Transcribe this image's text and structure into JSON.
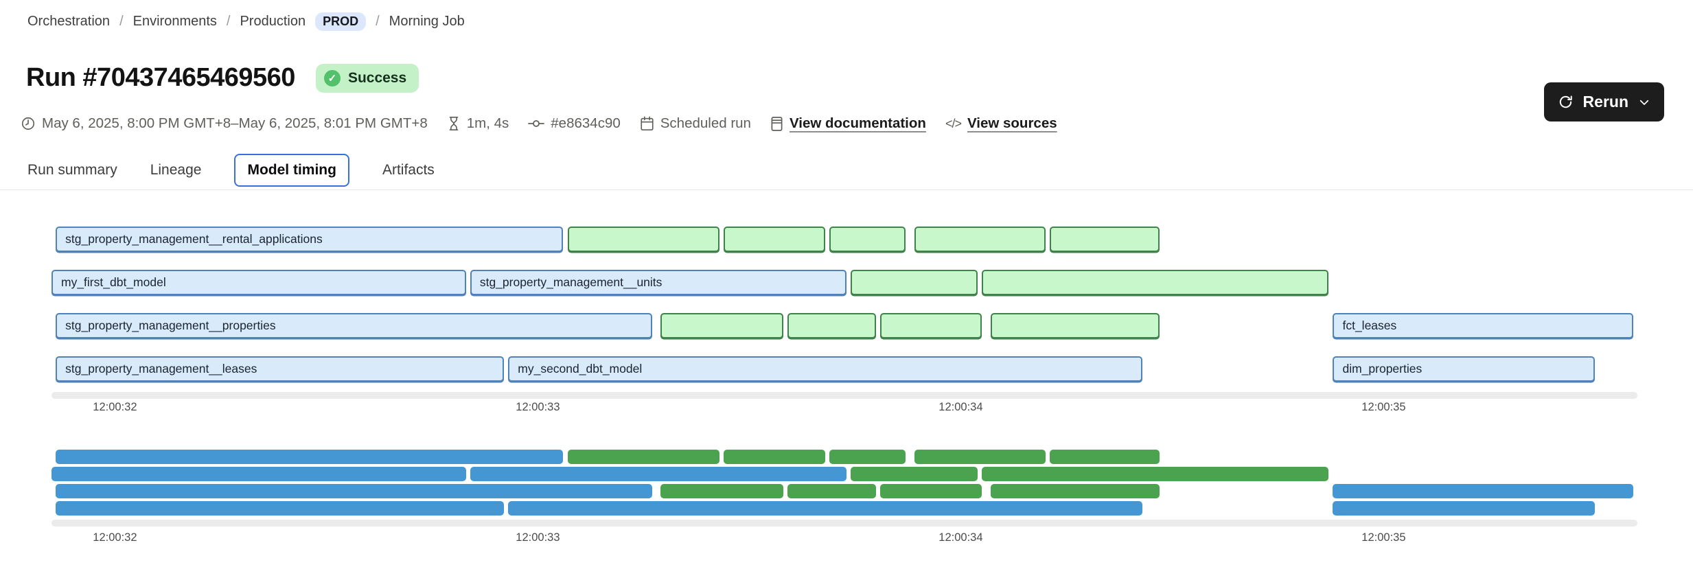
{
  "breadcrumb": {
    "items": [
      "Orchestration",
      "Environments",
      "Production",
      "Morning Job"
    ],
    "env_badge": "PROD"
  },
  "header": {
    "title": "Run #70437465469560",
    "status": "Success"
  },
  "meta": {
    "time_range": "May 6, 2025, 8:00 PM GMT+8–May 6, 2025, 8:01 PM GMT+8",
    "duration": "1m, 4s",
    "commit": "#e8634c90",
    "trigger": "Scheduled run",
    "docs_link": "View documentation",
    "sources_link": "View sources",
    "code_glyph": "</>"
  },
  "actions": {
    "rerun_label": "Rerun"
  },
  "tabs": [
    {
      "label": "Run summary",
      "active": false
    },
    {
      "label": "Lineage",
      "active": false
    },
    {
      "label": "Model timing",
      "active": true
    },
    {
      "label": "Artifacts",
      "active": false
    }
  ],
  "theme": {
    "accent": "#3a6fe0",
    "badge_prod_bg": "#dde7fb",
    "success_bg": "#c5f1c9",
    "success_icon": "#53c06a",
    "button_bg": "#1d1d1d"
  },
  "chart_data": {
    "type": "gantt",
    "title": "Model timing",
    "domain_seconds": [
      31.85,
      35.6
    ],
    "ticks": [
      {
        "label": "12:00:32",
        "seconds": 32
      },
      {
        "label": "12:00:33",
        "seconds": 33
      },
      {
        "label": "12:00:34",
        "seconds": 34
      },
      {
        "label": "12:00:35",
        "seconds": 35
      }
    ],
    "palette": {
      "model_fill": "#d9eafa",
      "model_border": "#4f82b8",
      "test_fill": "#c7f7ca",
      "test_border": "#3f824a",
      "minimap_model": "#4597d3",
      "minimap_test": "#4ba24f"
    },
    "rows": [
      [
        {
          "label": "stg_property_management__rental_applications",
          "kind": "blue",
          "start": 31.86,
          "end": 33.06
        },
        {
          "label": "",
          "kind": "green",
          "start": 33.07,
          "end": 33.43
        },
        {
          "label": "",
          "kind": "green",
          "start": 33.44,
          "end": 33.68
        },
        {
          "label": "",
          "kind": "green",
          "start": 33.69,
          "end": 33.87
        },
        {
          "label": "",
          "kind": "green",
          "start": 33.89,
          "end": 34.2
        },
        {
          "label": "",
          "kind": "green",
          "start": 34.21,
          "end": 34.47
        }
      ],
      [
        {
          "label": "my_first_dbt_model",
          "kind": "blue",
          "start": 31.85,
          "end": 32.83
        },
        {
          "label": "stg_property_management__units",
          "kind": "blue",
          "start": 32.84,
          "end": 33.73
        },
        {
          "label": "",
          "kind": "green",
          "start": 33.74,
          "end": 34.04
        },
        {
          "label": "",
          "kind": "green",
          "start": 34.05,
          "end": 34.87
        }
      ],
      [
        {
          "label": "stg_property_management__properties",
          "kind": "blue",
          "start": 31.86,
          "end": 33.27
        },
        {
          "label": "",
          "kind": "green",
          "start": 33.29,
          "end": 33.58
        },
        {
          "label": "",
          "kind": "green",
          "start": 33.59,
          "end": 33.8
        },
        {
          "label": "",
          "kind": "green",
          "start": 33.81,
          "end": 34.05
        },
        {
          "label": "",
          "kind": "green",
          "start": 34.07,
          "end": 34.47
        },
        {
          "label": "fct_leases",
          "kind": "blue",
          "start": 34.88,
          "end": 35.59
        }
      ],
      [
        {
          "label": "stg_property_management__leases",
          "kind": "blue",
          "start": 31.86,
          "end": 32.92
        },
        {
          "label": "my_second_dbt_model",
          "kind": "blue",
          "start": 32.93,
          "end": 34.43
        },
        {
          "label": "dim_properties",
          "kind": "blue",
          "start": 34.88,
          "end": 35.5
        }
      ]
    ]
  }
}
